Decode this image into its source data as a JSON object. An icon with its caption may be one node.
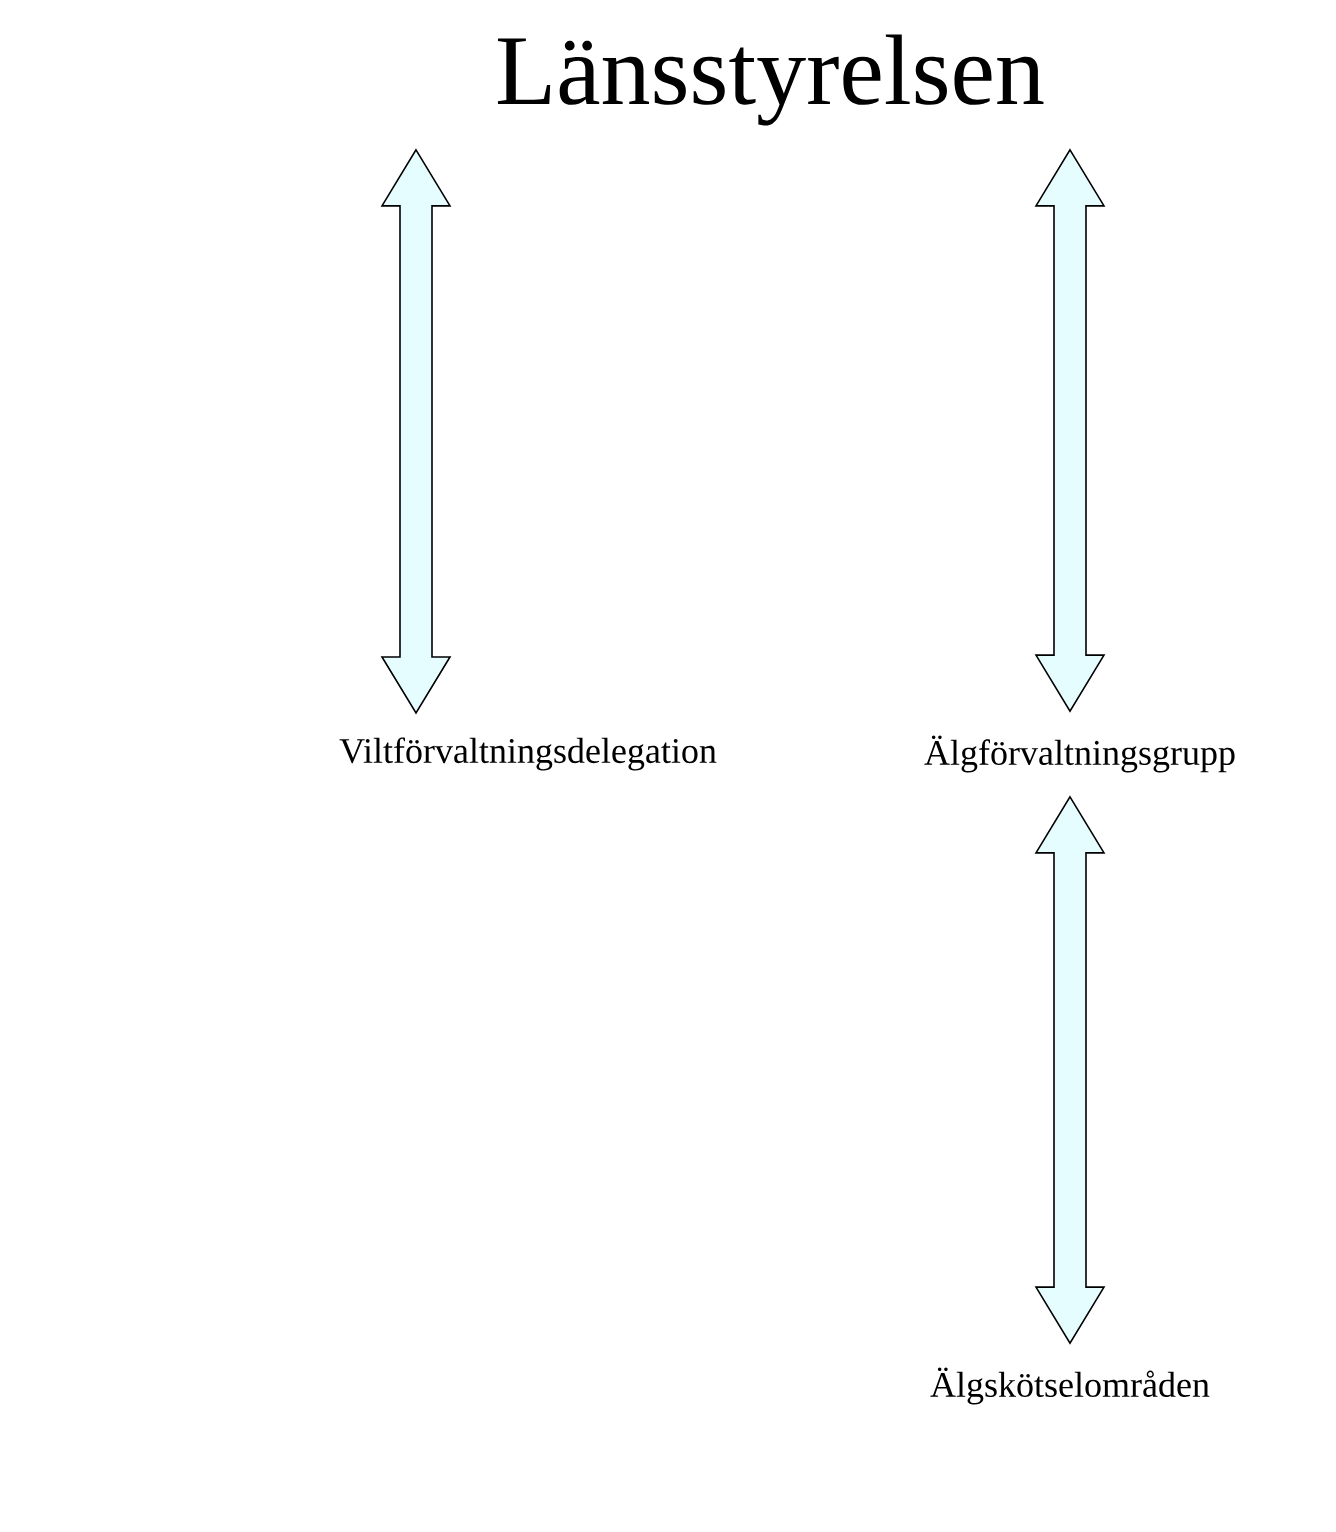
{
  "diagram": {
    "nodes": [
      {
        "text": [
          "Länsstyrelsen"
        ]
      },
      {
        "text": [
          "Viltförvaltningsdelegation"
        ]
      },
      {
        "text": [
          "Älgförvaltningsgrupp"
        ]
      },
      {
        "text": [
          "Älgskötselområden"
        ]
      }
    ],
    "edges": [
      {
        "from": 0,
        "to": 1,
        "arrow": "both"
      },
      {
        "from": 0,
        "to": 2,
        "arrow": "both"
      },
      {
        "from": 2,
        "to": 3,
        "arrow": "both"
      }
    ]
  }
}
